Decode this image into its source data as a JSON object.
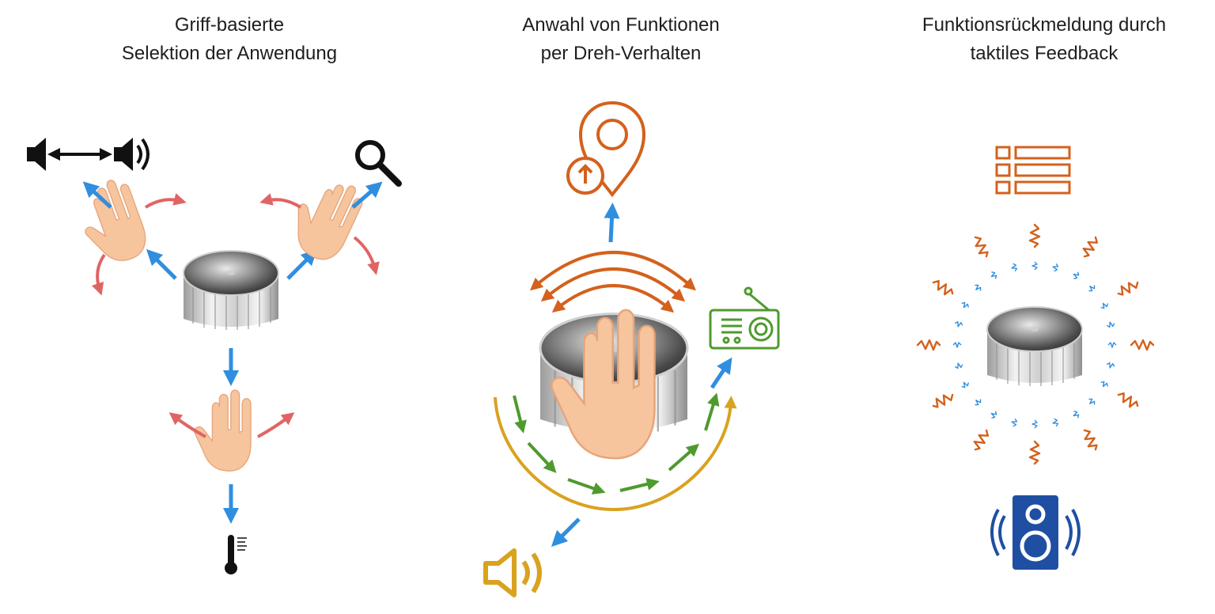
{
  "panels": [
    {
      "title_line1": "Griff-basierte",
      "title_line2": "Selektion der Anwendung"
    },
    {
      "title_line1": "Anwahl von Funktionen",
      "title_line2": "per Dreh-Verhalten"
    },
    {
      "title_line1": "Funktionsrückmeldung durch",
      "title_line2": "taktiles Feedback"
    }
  ],
  "colors": {
    "blue_arrow": "#2f8ee0",
    "red_arrow": "#e06464",
    "orange": "#d4611c",
    "green": "#4f9a2e",
    "gold": "#d9a21f",
    "speaker_blue": "#1f4fa2",
    "black": "#111111"
  },
  "icons": [
    "volume-range-icon",
    "search-icon",
    "thermometer-icon",
    "location-pin-icon",
    "radio-icon",
    "speaker-icon",
    "list-icon",
    "loudspeaker-icon"
  ]
}
